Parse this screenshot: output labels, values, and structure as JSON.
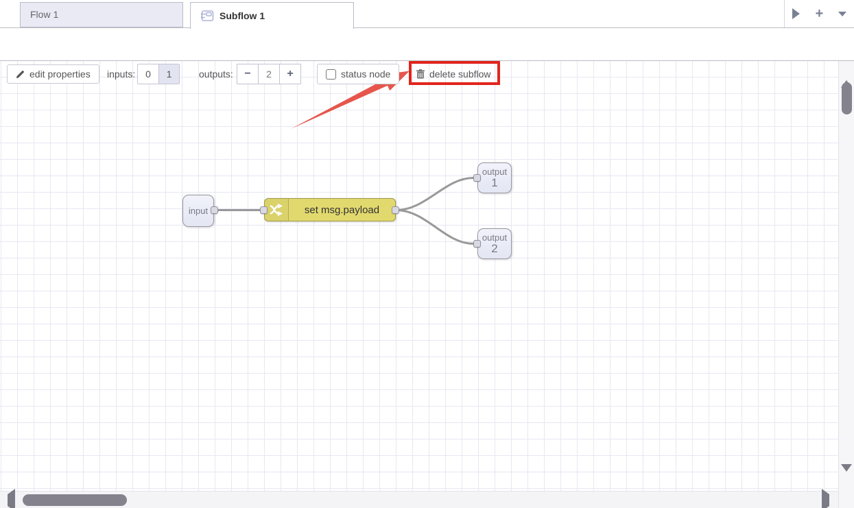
{
  "tab_bar": {
    "tabs": [
      {
        "label": "Flow 1",
        "active": false
      },
      {
        "label": "Subflow 1",
        "active": true
      }
    ],
    "icons": {
      "subflow_tab": "subflow-icon",
      "scroll_right": "triangle-right-icon",
      "add_flow": "plus-icon",
      "flow_list": "chevron-down-icon"
    }
  },
  "toolbar": {
    "edit_properties_label": "edit properties",
    "inputs_label": "inputs:",
    "inputs_options": [
      "0",
      "1"
    ],
    "inputs_selected": "1",
    "outputs_label": "outputs:",
    "outputs_value": "2",
    "minus_glyph": "−",
    "plus_glyph": "+",
    "status_node_label": "status node",
    "status_node_checked": false,
    "delete_subflow_label": "delete subflow",
    "icons": {
      "edit": "pencil-icon",
      "delete": "trash-icon"
    }
  },
  "annotation": {
    "type": "red highlight rectangle and arrow pointing to delete subflow button",
    "color": "#e1251d"
  },
  "canvas": {
    "nodes": {
      "input": {
        "label": "input",
        "type": "subflow input"
      },
      "change": {
        "label": "set msg.payload",
        "type": "change",
        "icon": "shuffle-icon"
      },
      "output1": {
        "label": "output",
        "number": "1",
        "type": "subflow output"
      },
      "output2": {
        "label": "output",
        "number": "2",
        "type": "subflow output"
      }
    },
    "wires": [
      "input → set msg.payload",
      "set msg.payload → output 1",
      "set msg.payload → output 2"
    ]
  },
  "colors": {
    "change_node_fill": "#e2d96e",
    "change_node_border": "#a09a47",
    "gray_node_fill": "#e7eaf6",
    "wire": "#999999",
    "grid_line": "#e7e7f3",
    "inactive_tab_bg": "#e9eaf4",
    "annotation_red": "#e1251d",
    "scroll_thumb": "#83828d"
  }
}
